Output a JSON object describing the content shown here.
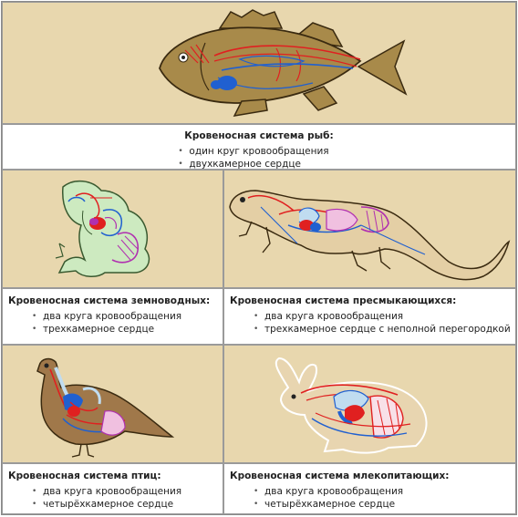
{
  "fish": {
    "title": "Кровеносная система рыб:",
    "points": [
      "один круг кровообращения",
      "двухкамерное сердце"
    ]
  },
  "amphibians": {
    "title": "Кровеносная система земноводных:",
    "points": [
      "два круга кровообращения",
      "трехкамерное сердце"
    ]
  },
  "reptiles": {
    "title": "Кровеносная система пресмыкающихся:",
    "points": [
      "два круга кровообращения",
      "трехкамерное сердце с неполной перегородкой"
    ]
  },
  "birds": {
    "title": "Кровеносная система птиц:",
    "points": [
      "два круга кровообращения",
      "четырёхкамерное сердце"
    ]
  },
  "mammals": {
    "title": "Кровеносная система млекопитающих:",
    "points": [
      "два круга кровообращения",
      "четырёхкамерное сердце"
    ]
  },
  "colors": {
    "panel_bg": "#e8d7ae",
    "artery": "#e02020",
    "vein": "#2060d0",
    "fish_body": "#a88a4a",
    "frog_body": "#cdeac0",
    "lizard_body": "#e4cfa5",
    "bird_body": "#a0784a",
    "rabbit_body": "#e8d5b0"
  }
}
